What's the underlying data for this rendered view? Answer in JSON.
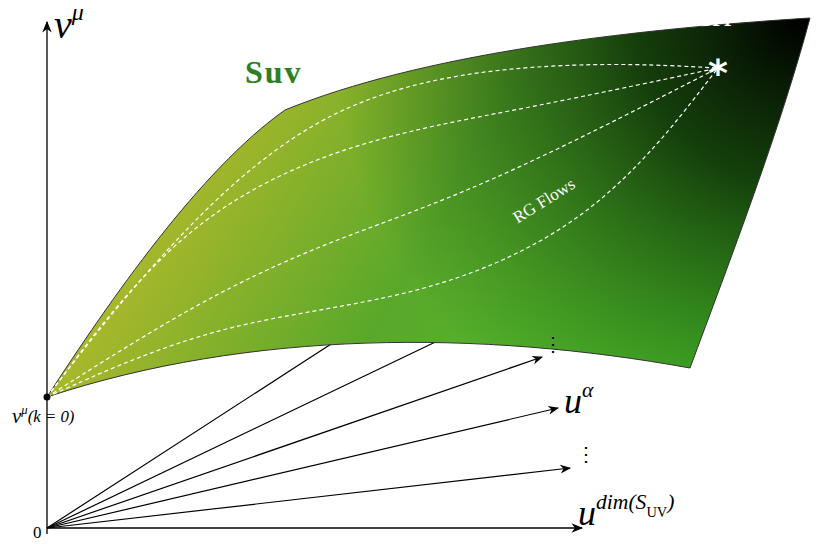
{
  "diagram": {
    "nodes": [
      {
        "text": [
          "Suv",
          "NGFP",
          "*",
          "RG Flows"
        ]
      }
    ],
    "labels": [
      "vμ",
      "vμ(k = 0)",
      "0",
      "uα",
      "udim(SUV)",
      "⋮",
      "⋮"
    ]
  }
}
